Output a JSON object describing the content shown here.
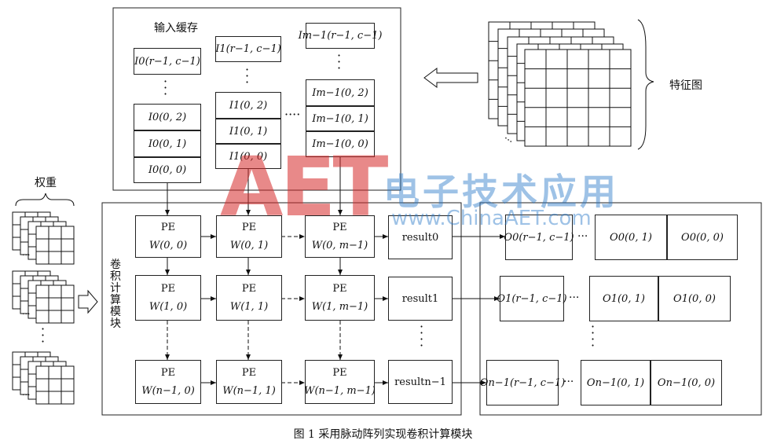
{
  "input_buffer": {
    "title": "输入缓存",
    "col0": {
      "top": "I0(r−1, c−1)",
      "cells": [
        "I0(0, 2)",
        "I0(0, 1)",
        "I0(0, 0)"
      ]
    },
    "col1": {
      "top": "I1(r−1, c−1)",
      "cells": [
        "I1(0, 2)",
        "I1(0, 1)",
        "I1(0, 0)"
      ]
    },
    "col2": {
      "top": "Im−1(r−1, c−1)",
      "cells": [
        "Im−1(0, 2)",
        "Im−1(0, 1)",
        "Im−1(0, 0)"
      ]
    }
  },
  "feature_map_label": "特征图",
  "weights_label": "权重",
  "conv_module_label": [
    "卷",
    "积",
    "计",
    "算",
    "模",
    "块"
  ],
  "pe_rows": [
    {
      "label": "PE",
      "w": [
        "W(0, 0)",
        "W(0, 1)",
        "W(0, m−1)"
      ],
      "result": "result0"
    },
    {
      "label": "PE",
      "w": [
        "W(1, 0)",
        "W(1, 1)",
        "W(1, m−1)"
      ],
      "result": "result1"
    },
    {
      "label": "PE",
      "w": [
        "W(n−1, 0)",
        "W(n−1, 1)",
        "W(n−1, m−1)"
      ],
      "result": "resultn−1"
    }
  ],
  "output_rows": [
    [
      "O0(r−1, c−1)",
      "O0(0, 1)",
      "O0(0, 0)"
    ],
    [
      "O1(r−1, c−1)",
      "O1(0, 1)",
      "O1(0, 0)"
    ],
    [
      "On−1(r−1, c−1)",
      "On−1(0, 1)",
      "On−1(0, 0)"
    ]
  ],
  "caption": "图 1   采用脉动阵列实现卷积计算模块",
  "watermark": {
    "main": "AET",
    "sub": "www.ChinaAET.com",
    "cn": "电子技术应用"
  }
}
